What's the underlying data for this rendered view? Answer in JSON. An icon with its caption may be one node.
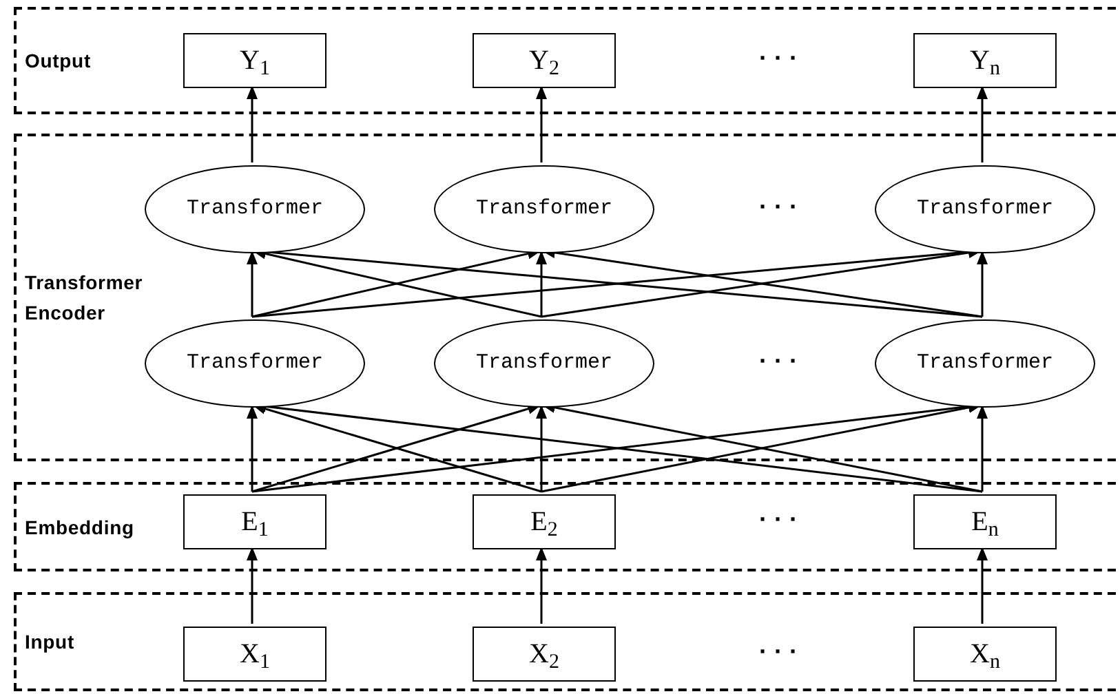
{
  "diagram": {
    "nodes": [
      {
        "text": [
          "Output"
        ]
      },
      {
        "text": [
          "Y$_{1}$"
        ],
        "in": 0
      },
      {
        "text": [
          "Y$_{2}$"
        ],
        "in": 0
      },
      {
        "text": [
          "Y$_{n}$"
        ],
        "in": 0
      },
      {
        "text": [
          "Transformer Encoder"
        ]
      },
      {
        "text": [
          "Transformer"
        ],
        "in": 4
      },
      {
        "text": [
          "Transformer"
        ],
        "in": 4
      },
      {
        "text": [
          "Transformer"
        ],
        "in": 4
      },
      {
        "text": [
          "Transformer"
        ],
        "in": 4
      },
      {
        "text": [
          "Transformer"
        ],
        "in": 4
      },
      {
        "text": [
          "Transformer"
        ],
        "in": 4
      },
      {
        "text": [
          "Embedding"
        ]
      },
      {
        "text": [
          "E$_{1}$"
        ],
        "in": 11
      },
      {
        "text": [
          "E$_{2}$"
        ],
        "in": 11
      },
      {
        "text": [
          "E$_{n}$"
        ],
        "in": 11
      },
      {
        "text": [
          "Input"
        ]
      },
      {
        "text": [
          "X$_{1}$"
        ],
        "in": 15
      },
      {
        "text": [
          "X$_{2}$"
        ],
        "in": 15
      },
      {
        "text": [
          "X$_{n}$"
        ],
        "in": 15
      }
    ],
    "edges": [
      {
        "from": 16,
        "to": 12,
        "arrow": "to"
      },
      {
        "from": 17,
        "to": 13,
        "arrow": "to"
      },
      {
        "from": 18,
        "to": 14,
        "arrow": "to"
      },
      {
        "from": 12,
        "to": 8,
        "arrow": "to"
      },
      {
        "from": 12,
        "to": 9,
        "arrow": "to"
      },
      {
        "from": 12,
        "to": 10,
        "arrow": "to"
      },
      {
        "from": 13,
        "to": 8,
        "arrow": "to"
      },
      {
        "from": 13,
        "to": 9,
        "arrow": "to"
      },
      {
        "from": 13,
        "to": 10,
        "arrow": "to"
      },
      {
        "from": 14,
        "to": 8,
        "arrow": "to"
      },
      {
        "from": 14,
        "to": 9,
        "arrow": "to"
      },
      {
        "from": 14,
        "to": 10,
        "arrow": "to"
      },
      {
        "from": 8,
        "to": 5,
        "arrow": "to"
      },
      {
        "from": 8,
        "to": 6,
        "arrow": "to"
      },
      {
        "from": 8,
        "to": 7,
        "arrow": "to"
      },
      {
        "from": 9,
        "to": 5,
        "arrow": "to"
      },
      {
        "from": 9,
        "to": 6,
        "arrow": "to"
      },
      {
        "from": 9,
        "to": 7,
        "arrow": "to"
      },
      {
        "from": 10,
        "to": 5,
        "arrow": "to"
      },
      {
        "from": 10,
        "to": 6,
        "arrow": "to"
      },
      {
        "from": 10,
        "to": 7,
        "arrow": "to"
      },
      {
        "from": 5,
        "to": 1,
        "arrow": "to"
      },
      {
        "from": 6,
        "to": 2,
        "arrow": "to"
      },
      {
        "from": 7,
        "to": 3,
        "arrow": "to"
      }
    ],
    "labels": [
      "· · ·",
      "· · ·",
      "· · ·",
      "· · ·",
      "· · ·"
    ]
  }
}
